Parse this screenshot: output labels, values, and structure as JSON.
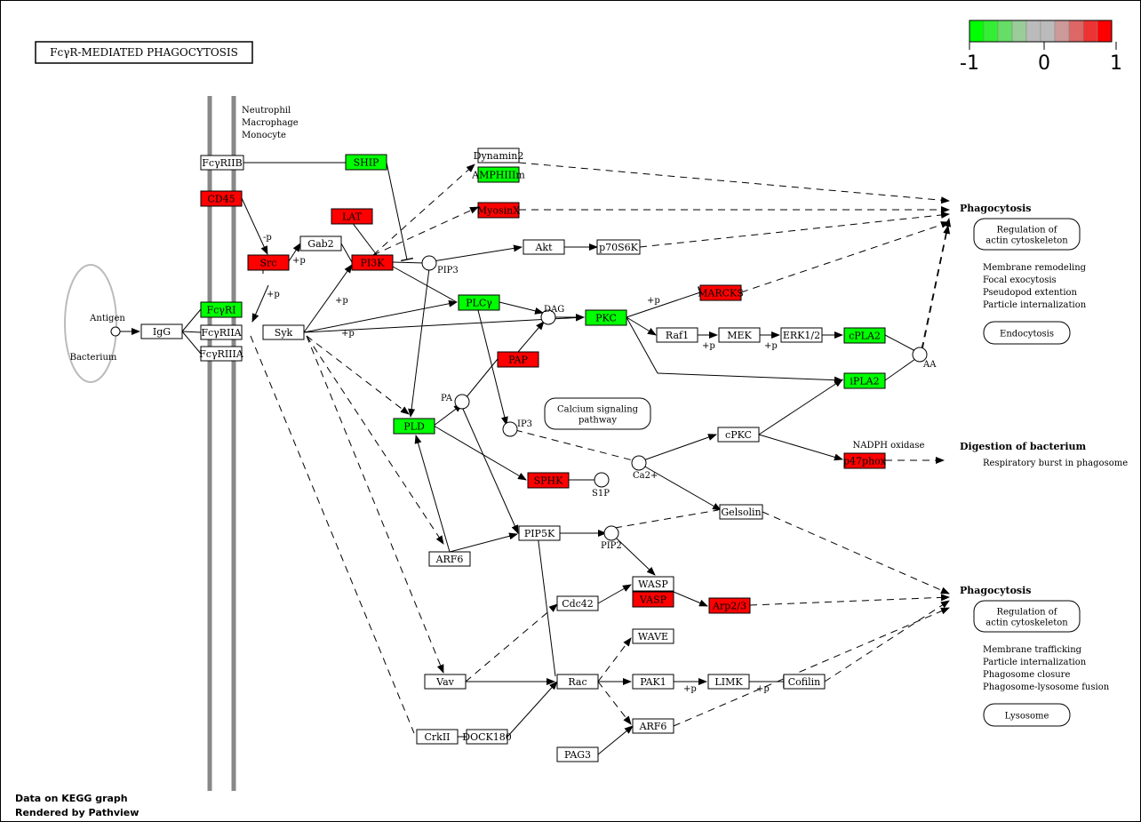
{
  "title": "FcγR-MEDIATED PHAGOCYTOSIS",
  "colors": {
    "up": "#ff0000",
    "down": "#00ff00",
    "neutral": "#ffffff"
  },
  "legend": {
    "min_label": "-1",
    "mid_label": "0",
    "max_label": "1",
    "colors": [
      "#00ff00",
      "#33ee33",
      "#66dd66",
      "#99cc99",
      "#bbbbbb",
      "#bbbbbb",
      "#cc9999",
      "#dd6666",
      "#ee3333",
      "#ff0000"
    ]
  },
  "cell_label": "Neutrophil\nMacrophage\nMonocyte",
  "antigen_label": "Antigen",
  "bacterium_label": "Bacterium",
  "nodes": [
    {
      "id": "FcyRIIB",
      "label": "FcγRIIB",
      "state": "neutral"
    },
    {
      "id": "SHIP",
      "label": "SHIP",
      "state": "down"
    },
    {
      "id": "CD45",
      "label": "CD45",
      "state": "up"
    },
    {
      "id": "Src",
      "label": "Src",
      "state": "up"
    },
    {
      "id": "Gab2",
      "label": "Gab2",
      "state": "neutral"
    },
    {
      "id": "LAT",
      "label": "LAT",
      "state": "up"
    },
    {
      "id": "PI3K",
      "label": "PI3K",
      "state": "up"
    },
    {
      "id": "Dynamin2",
      "label": "Dynamin2",
      "state": "neutral"
    },
    {
      "id": "AMPHIIIm",
      "label": "AMPHIIIm",
      "state": "down"
    },
    {
      "id": "MyosinX",
      "label": "MyosinX",
      "state": "up"
    },
    {
      "id": "Akt",
      "label": "Akt",
      "state": "neutral"
    },
    {
      "id": "p70S6K",
      "label": "p70S6K",
      "state": "neutral"
    },
    {
      "id": "FcyRI",
      "label": "FcγRI",
      "state": "down"
    },
    {
      "id": "FcyRIIA",
      "label": "FcγRIIA",
      "state": "neutral"
    },
    {
      "id": "FcyRIIIA",
      "label": "FcγRIIIA",
      "state": "neutral"
    },
    {
      "id": "IgG",
      "label": "IgG",
      "state": "neutral"
    },
    {
      "id": "Syk",
      "label": "Syk",
      "state": "neutral"
    },
    {
      "id": "PLCy",
      "label": "PLCγ",
      "state": "down"
    },
    {
      "id": "PKC",
      "label": "PKC",
      "state": "down"
    },
    {
      "id": "MARCKS",
      "label": "MARCKS",
      "state": "up"
    },
    {
      "id": "Raf1",
      "label": "Raf1",
      "state": "neutral"
    },
    {
      "id": "MEK",
      "label": "MEK",
      "state": "neutral"
    },
    {
      "id": "ERK12",
      "label": "ERK1/2",
      "state": "neutral"
    },
    {
      "id": "cPLA2",
      "label": "cPLA2",
      "state": "down"
    },
    {
      "id": "iPLA2",
      "label": "iPLA2",
      "state": "down"
    },
    {
      "id": "PAP",
      "label": "PAP",
      "state": "up"
    },
    {
      "id": "PLD",
      "label": "PLD",
      "state": "down"
    },
    {
      "id": "SPHK",
      "label": "SPHK",
      "state": "up"
    },
    {
      "id": "cPKC",
      "label": "cPKC",
      "state": "neutral"
    },
    {
      "id": "p47phox",
      "label": "p47phox",
      "state": "up"
    },
    {
      "id": "Gelsolin",
      "label": "Gelsolin",
      "state": "neutral"
    },
    {
      "id": "PIP5K",
      "label": "PIP5K",
      "state": "neutral"
    },
    {
      "id": "ARF6a",
      "label": "ARF6",
      "state": "neutral"
    },
    {
      "id": "WASP",
      "label": "WASP",
      "state": "neutral"
    },
    {
      "id": "VASP",
      "label": "VASP",
      "state": "up"
    },
    {
      "id": "Arp23",
      "label": "Arp2/3",
      "state": "up"
    },
    {
      "id": "Cdc42",
      "label": "Cdc42",
      "state": "neutral"
    },
    {
      "id": "WAVE",
      "label": "WAVE",
      "state": "neutral"
    },
    {
      "id": "Vav",
      "label": "Vav",
      "state": "neutral"
    },
    {
      "id": "Rac",
      "label": "Rac",
      "state": "neutral"
    },
    {
      "id": "PAK1",
      "label": "PAK1",
      "state": "neutral"
    },
    {
      "id": "LIMK",
      "label": "LIMK",
      "state": "neutral"
    },
    {
      "id": "Cofilin",
      "label": "Cofilin",
      "state": "neutral"
    },
    {
      "id": "CrkII",
      "label": "CrkII",
      "state": "neutral"
    },
    {
      "id": "DOCK180",
      "label": "DOCK180",
      "state": "neutral"
    },
    {
      "id": "ARF6b",
      "label": "ARF6",
      "state": "neutral"
    },
    {
      "id": "PAG3",
      "label": "PAG3",
      "state": "neutral"
    }
  ],
  "compounds": [
    {
      "id": "PIP3",
      "label": "PIP3"
    },
    {
      "id": "DAG",
      "label": "DAG"
    },
    {
      "id": "PA",
      "label": "PA"
    },
    {
      "id": "IP3",
      "label": "IP3"
    },
    {
      "id": "AA",
      "label": "AA"
    },
    {
      "id": "S1P",
      "label": "S1P"
    },
    {
      "id": "Ca",
      "label": "Ca2+"
    },
    {
      "id": "PIP2",
      "label": "PIP2"
    }
  ],
  "edge_labels": [
    "-p",
    "+p",
    "+p",
    "+p",
    "+p",
    "+p",
    "+p",
    "+p",
    "+p",
    "+p"
  ],
  "pathway_links": [
    {
      "id": "calcium",
      "label": "Calcium signaling\npathway"
    },
    {
      "id": "actin1",
      "label": "Regulation of\nactin cytoskeleton"
    },
    {
      "id": "endocytosis",
      "label": "Endocytosis"
    },
    {
      "id": "actin2",
      "label": "Regulation of\nactin cytoskeleton"
    },
    {
      "id": "lysosome",
      "label": "Lysosome"
    }
  ],
  "outcomes": [
    {
      "id": "phago1",
      "heading": "Phagocytosis",
      "items": [
        "Membrane remodeling",
        "Focal exocytosis",
        "Pseudopod extention",
        "Particle internalization"
      ]
    },
    {
      "id": "digest",
      "heading": "Digestion of bacterium",
      "items": [
        "Respiratory burst in phagosome"
      ]
    },
    {
      "id": "phago2",
      "heading": "Phagocytosis",
      "items": [
        "Membrane trafficking",
        "Particle internalization",
        "Phagosome closure",
        "Phagosome-lysosome fusion"
      ]
    }
  ],
  "nadph_label": "NADPH oxidase",
  "footer": {
    "line1": "Data on KEGG graph",
    "line2": "Rendered by Pathview"
  }
}
